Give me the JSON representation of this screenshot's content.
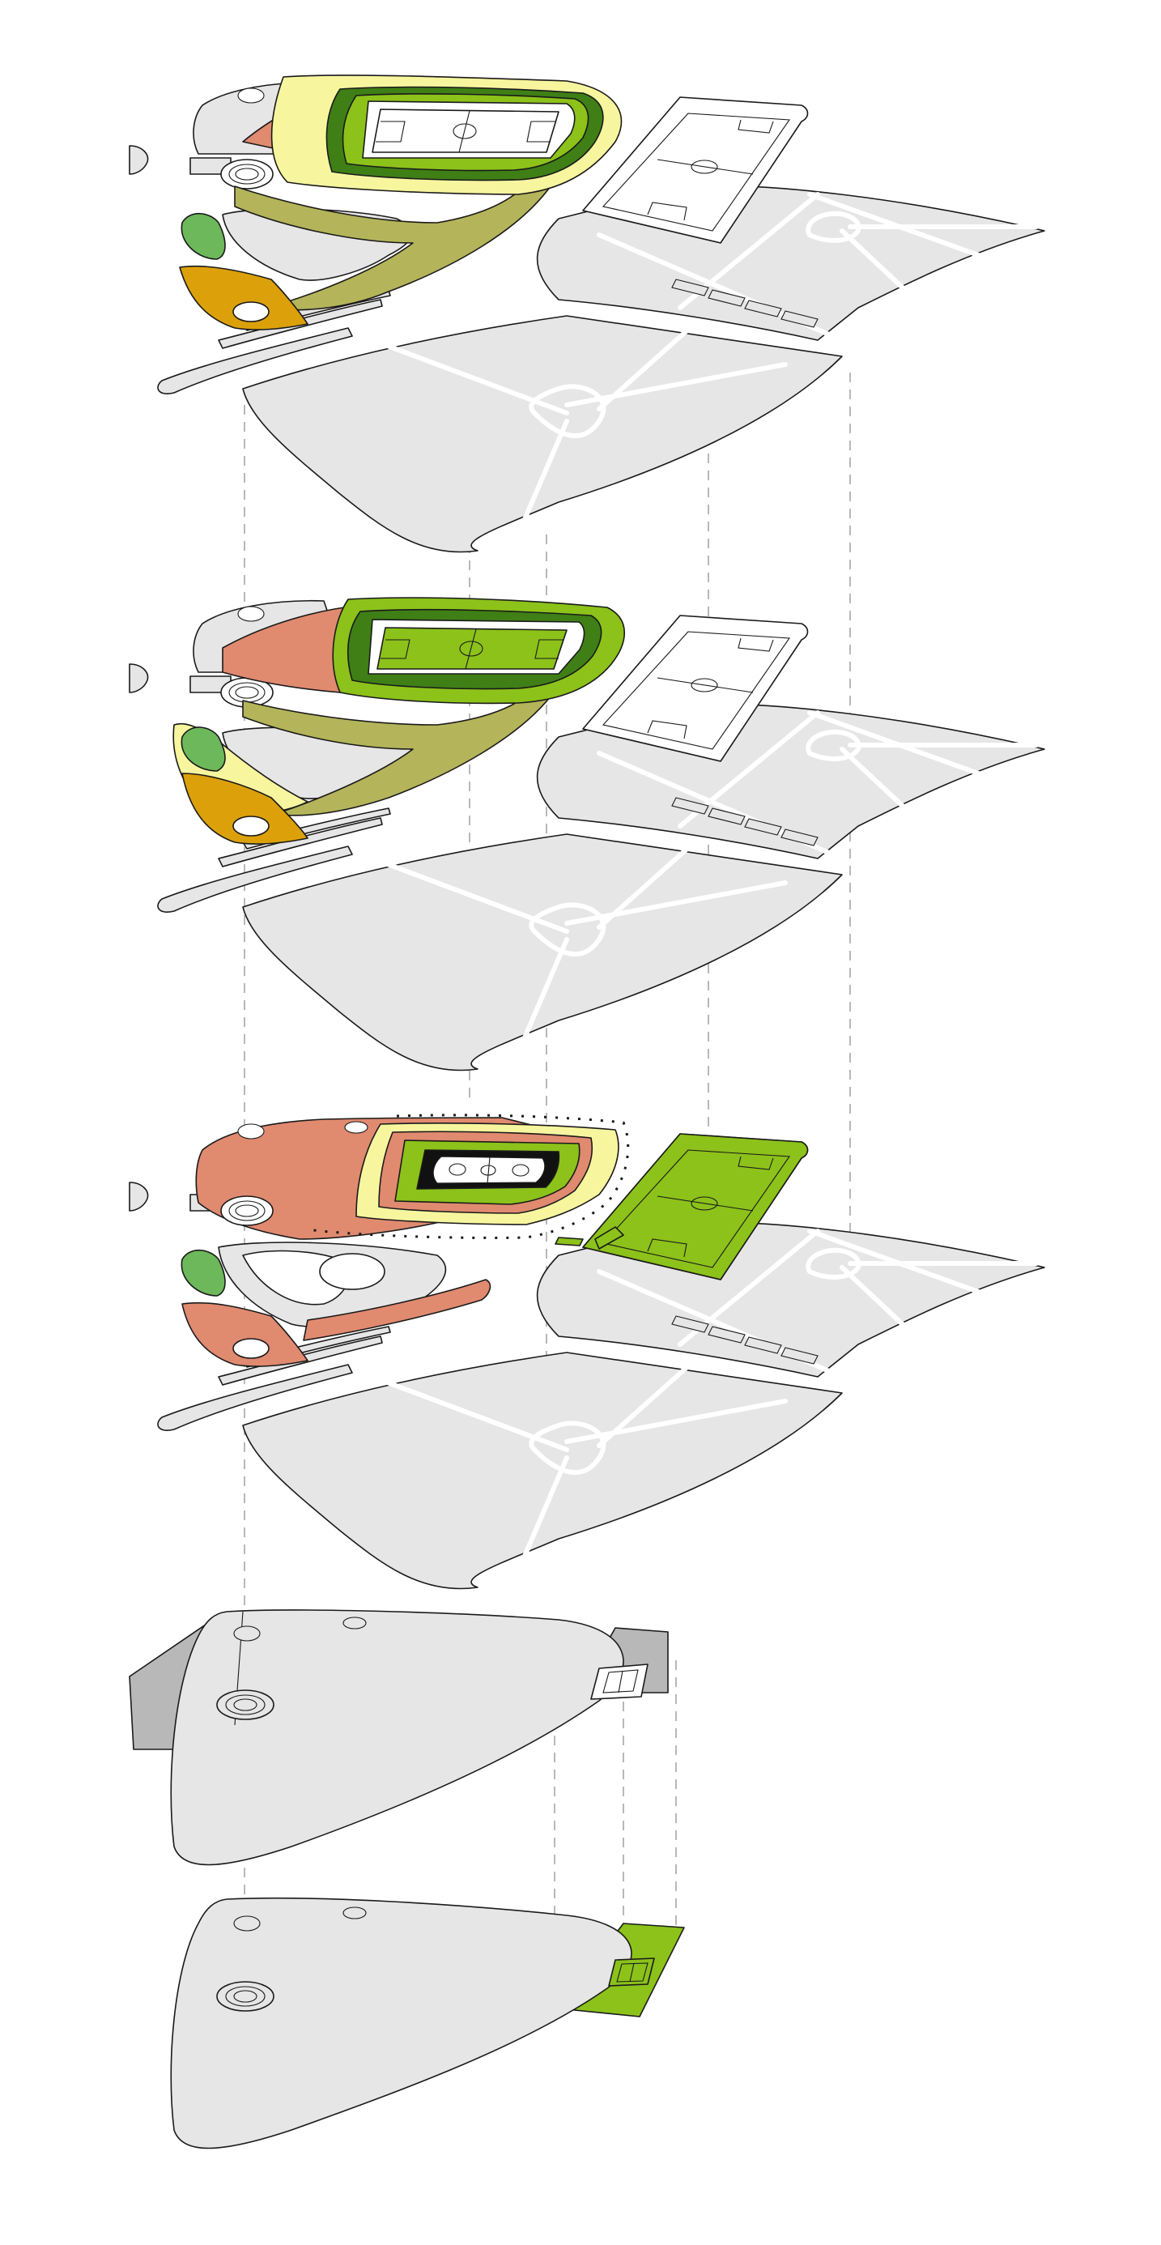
{
  "diagram": {
    "kind": "exploded axonometric site plan",
    "layer_count": 5,
    "palette": {
      "ground": "#e6e6e6",
      "outline": "#1a1a1a",
      "salmon": "#e08a70",
      "yellow": "#f7f59e",
      "olive": "#b4b45a",
      "green": "#8cc21a",
      "dark_green": "#3f7f16",
      "light_green": "#6db85a",
      "amber": "#dca10a",
      "grey_side": "#b8b8b8",
      "guide": "#9a9a9a"
    },
    "layers": [
      {
        "id": "layer-1",
        "icons": [
          "stadium-pitch-icon",
          "training-pitch-icon",
          "roundabout-icon"
        ]
      },
      {
        "id": "layer-2",
        "icons": [
          "stadium-pitch-icon",
          "training-pitch-icon",
          "roundabout-icon"
        ]
      },
      {
        "id": "layer-3",
        "icons": [
          "arena-court-icon",
          "training-pitch-icon",
          "roundabout-icon"
        ]
      },
      {
        "id": "layer-4",
        "icons": [
          "ring-icon"
        ]
      },
      {
        "id": "layer-5",
        "icons": [
          "ring-icon"
        ]
      }
    ]
  }
}
